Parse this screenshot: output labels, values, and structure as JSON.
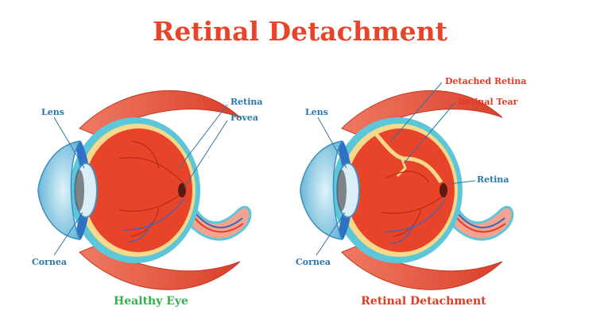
{
  "title": "Retinal Detachment",
  "left_eye": {
    "caption": "Healthy Eye",
    "labels": {
      "lens": "Lens",
      "cornea": "Cornea",
      "retina": "Retina",
      "fovea": "Fovea"
    }
  },
  "right_eye": {
    "caption": "Retinal Detachment",
    "labels": {
      "lens": "Lens",
      "cornea": "Cornea",
      "detached_retina": "Detached Retina",
      "retinal_tear": "Retinal Tear",
      "retina": "Retina"
    }
  },
  "colors": {
    "title": "#e8442a",
    "label_blue": "#2a77a8",
    "label_red": "#e03b25",
    "caption_green": "#2fb34a",
    "muscle": "#e8553f",
    "eyeball": "#e8442a",
    "sclera_outline": "#5cc7d8",
    "retina_layer": "#f7d98b",
    "lens": "#5a9fd4"
  }
}
